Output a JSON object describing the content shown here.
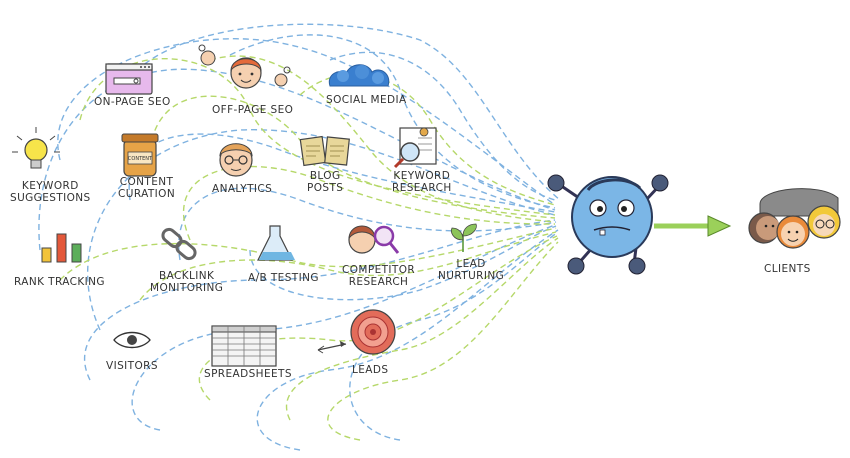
{
  "nodes": {
    "onpage": "ON-PAGE SEO",
    "offpage": "OFF-PAGE SEO",
    "social": "SOCIAL MEDIA",
    "keyword_sug_1": "KEYWORD",
    "keyword_sug_2": "SUGGESTIONS",
    "content_1": "CONTENT",
    "content_2": "CURATION",
    "analytics": "ANALYTICS",
    "blog_1": "BLOG",
    "blog_2": "POSTS",
    "kw_research_1": "KEYWORD",
    "kw_research_2": "RESEARCH",
    "rank": "RANK TRACKING",
    "backlink_1": "BACKLINK",
    "backlink_2": "MONITORING",
    "ab": "A/B TESTING",
    "competitor_1": "COMPETITOR",
    "competitor_2": "RESEARCH",
    "lead_1": "LEAD",
    "lead_2": "NURTURING",
    "visitors": "VISITORS",
    "spreadsheets": "SPREADSHEETS",
    "leads": "LEADS",
    "clients": "CLIENTS"
  },
  "icon_text": {
    "content_jar_label": "CONTENT"
  },
  "colors": {
    "blue_line": "#7fb2e0",
    "green_line": "#b6d86a",
    "monster": "#7bb6e6",
    "arrow": "#9bd05a"
  }
}
